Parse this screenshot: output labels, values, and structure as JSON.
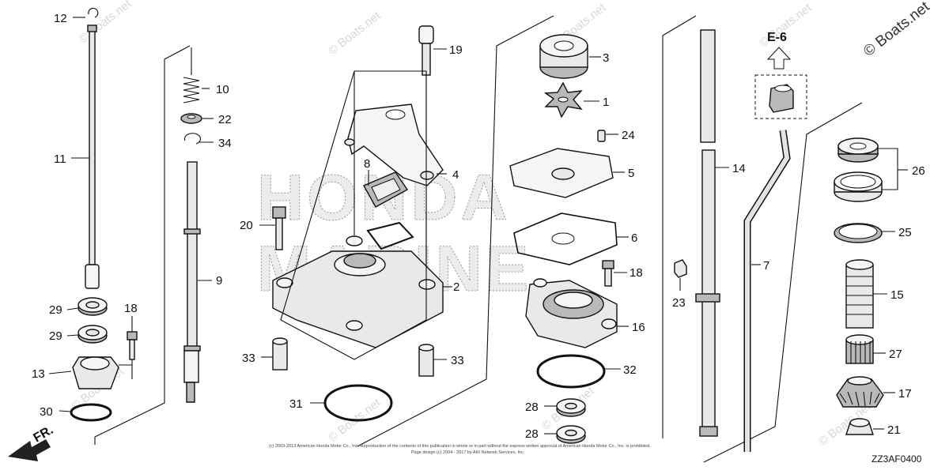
{
  "watermark": "© Boats.net",
  "background_text": [
    "HONDA",
    "MARINE"
  ],
  "reference_box": "E-6",
  "front_arrow": "FR.",
  "diagram_code": "ZZ3AF0400",
  "copyright_lines": [
    "(c) 2003-2013 American Honda Motor Co., Inc. Reproduction of the contents of this publication in whole or in part without the express written approval of American Honda Motor Co., Inc. is prohibited.",
    "Page design (c) 2004 - 2017 by ARI Network Services, Inc."
  ],
  "callouts": [
    "1",
    "2",
    "3",
    "4",
    "5",
    "6",
    "7",
    "8",
    "9",
    "10",
    "11",
    "12",
    "13",
    "14",
    "15",
    "16",
    "17",
    "18",
    "18",
    "19",
    "20",
    "21",
    "22",
    "23",
    "24",
    "25",
    "26",
    "27",
    "28",
    "28",
    "29",
    "29",
    "30",
    "31",
    "32",
    "33",
    "33",
    "34"
  ]
}
